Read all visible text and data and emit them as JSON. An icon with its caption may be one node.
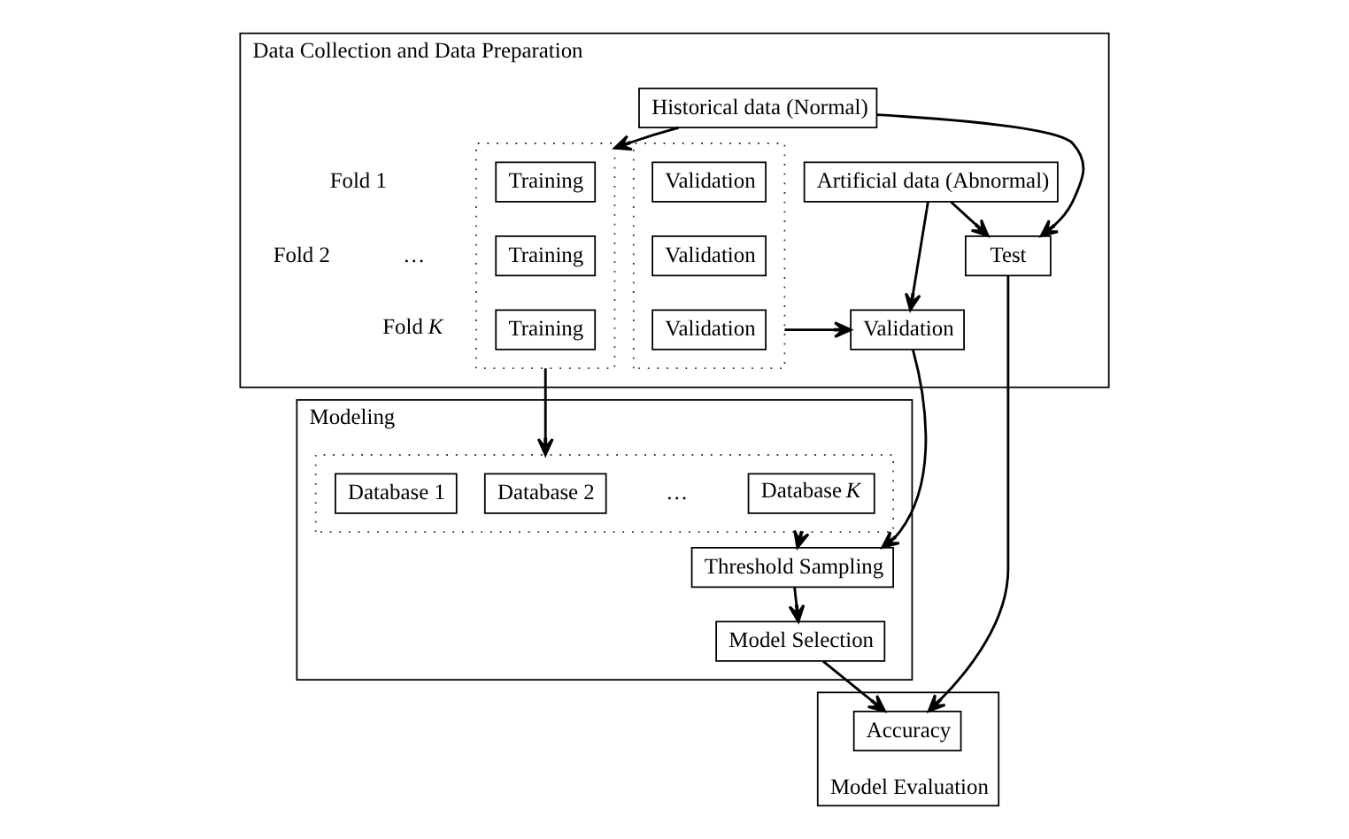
{
  "diagram": {
    "nodes": [
      {
        "text": [
          "Data Collection and Data Preparation"
        ]
      },
      {
        "text": [
          "Historical data (Normal)"
        ],
        "in": 0
      },
      {
        "text": [
          "Artificial data (Abnormal)"
        ],
        "in": 0
      },
      {
        "text": [],
        "shape": "box",
        "in": 0
      },
      {
        "text": [
          "Training"
        ],
        "in": 3
      },
      {
        "text": [
          "Training"
        ],
        "in": 3
      },
      {
        "text": [
          "Training"
        ],
        "in": 3
      },
      {
        "text": [],
        "shape": "box",
        "in": 0
      },
      {
        "text": [
          "Validation"
        ],
        "in": 7
      },
      {
        "text": [
          "Validation"
        ],
        "in": 7
      },
      {
        "text": [
          "Validation"
        ],
        "in": 7
      },
      {
        "text": [
          "Test"
        ],
        "in": 0
      },
      {
        "text": [
          "Validation"
        ],
        "in": 0
      },
      {
        "text": [
          "Modeling"
        ]
      },
      {
        "text": [],
        "shape": "box",
        "in": 13
      },
      {
        "text": [
          "Database 1"
        ],
        "in": 14
      },
      {
        "text": [
          "Database 2"
        ],
        "in": 14
      },
      {
        "text": [
          "Database *K*"
        ],
        "in": 14
      },
      {
        "text": [
          "Threshold Sampling"
        ],
        "in": 13
      },
      {
        "text": [
          "Model Selection"
        ],
        "in": 13
      },
      {
        "text": [
          "Model Evaluation"
        ]
      },
      {
        "text": [
          "Accuracy"
        ],
        "in": 20
      }
    ],
    "edges": [
      {
        "from": 1,
        "to": 3,
        "arrow": "to"
      },
      {
        "from": 1,
        "to": 11,
        "arrow": "to"
      },
      {
        "from": 2,
        "to": 11,
        "arrow": "to"
      },
      {
        "from": 2,
        "to": 12,
        "arrow": "to"
      },
      {
        "from": 7,
        "to": 12,
        "arrow": "to"
      },
      {
        "from": 3,
        "to": 14,
        "arrow": "to"
      },
      {
        "from": 14,
        "to": 18,
        "arrow": "to"
      },
      {
        "from": 12,
        "to": 18,
        "arrow": "to"
      },
      {
        "from": 18,
        "to": 19,
        "arrow": "to"
      },
      {
        "from": 19,
        "to": 21,
        "arrow": "to"
      },
      {
        "from": 11,
        "to": 21,
        "arrow": "to"
      }
    ],
    "labels": [
      "Fold 1",
      "Fold 2",
      "…",
      "Fold *K*",
      "…"
    ]
  }
}
